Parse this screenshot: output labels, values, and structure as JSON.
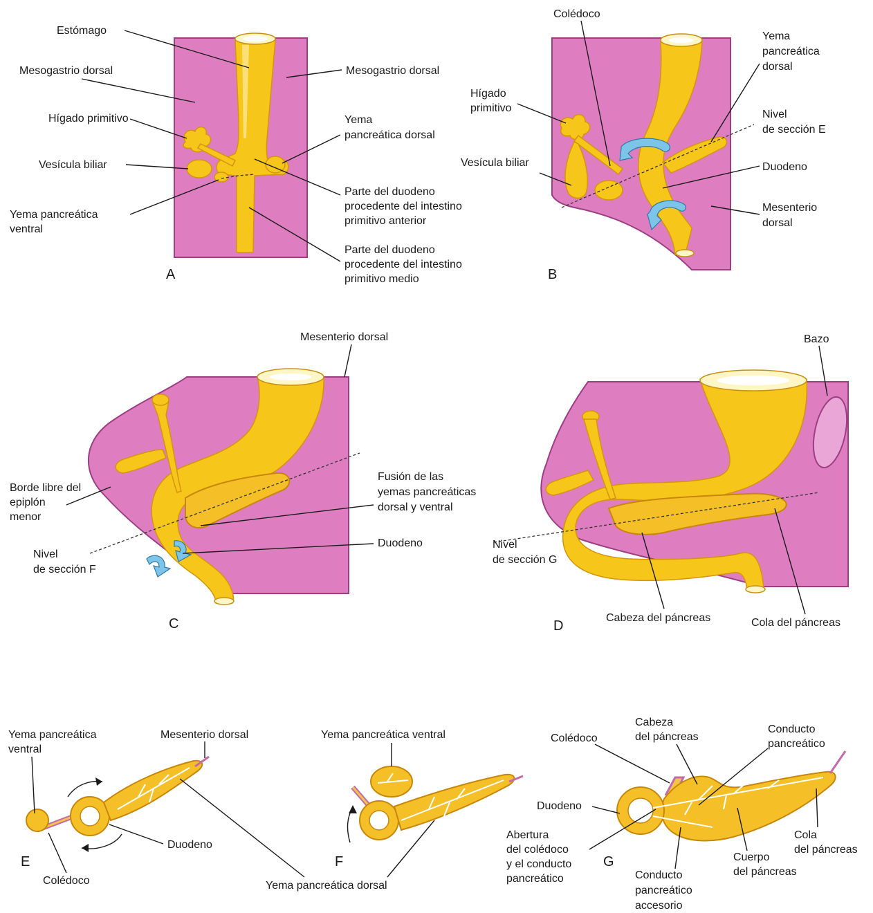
{
  "panels": {
    "A": {
      "letter": "A",
      "labels": {
        "estomago": "Estómago",
        "mesogastrio_left": "Mesogastrio dorsal",
        "mesogastrio_right": "Mesogastrio dorsal",
        "higado": "Hígado primitivo",
        "vesicula": "Vesícula biliar",
        "yema_ventral_1": "Yema pancreática",
        "yema_ventral_2": "ventral",
        "yema_dorsal_1": "Yema",
        "yema_dorsal_2": "pancreática dorsal",
        "duod_ant_1": "Parte del duodeno",
        "duod_ant_2": "procedente del intestino",
        "duod_ant_3": "primitivo anterior",
        "duod_med_1": "Parte del duodeno",
        "duod_med_2": "procedente del intestino",
        "duod_med_3": "primitivo medio"
      }
    },
    "B": {
      "letter": "B",
      "labels": {
        "coledoco": "Colédoco",
        "yema_dorsal_1": "Yema",
        "yema_dorsal_2": "pancreática",
        "yema_dorsal_3": "dorsal",
        "higado_1": "Hígado",
        "higado_2": "primitivo",
        "nivel_1": "Nivel",
        "nivel_2": "de sección E",
        "vesicula": "Vesícula biliar",
        "duodeno": "Duodeno",
        "mesenterio_1": "Mesenterio",
        "mesenterio_2": "dorsal"
      }
    },
    "C": {
      "letter": "C",
      "labels": {
        "mesenterio": "Mesenterio dorsal",
        "borde_1": "Borde libre del",
        "borde_2": "epiplón",
        "borde_3": "menor",
        "fusion_1": "Fusión de las",
        "fusion_2": "yemas pancreáticas",
        "fusion_3": "dorsal y ventral",
        "nivel_1": "Nivel",
        "nivel_2": "de sección F",
        "duodeno": "Duodeno"
      }
    },
    "D": {
      "letter": "D",
      "labels": {
        "bazo": "Bazo",
        "nivel_1": "Nivel",
        "nivel_2": "de sección G",
        "cabeza": "Cabeza del páncreas",
        "cola": "Cola del páncreas"
      }
    },
    "E": {
      "letter": "E",
      "labels": {
        "yema_ventral_1": "Yema pancreática",
        "yema_ventral_2": "ventral",
        "mesenterio": "Mesenterio dorsal",
        "duodeno": "Duodeno",
        "coledoco": "Colédoco"
      }
    },
    "F": {
      "letter": "F",
      "labels": {
        "yema_ventral": "Yema pancreática ventral",
        "yema_dorsal": "Yema pancreática dorsal"
      }
    },
    "G": {
      "letter": "G",
      "labels": {
        "coledoco": "Colédoco",
        "cabeza_1": "Cabeza",
        "cabeza_2": "del páncreas",
        "conducto_1": "Conducto",
        "conducto_2": "pancreático",
        "duodeno": "Duodeno",
        "abertura_1": "Abertura",
        "abertura_2": "del colédoco",
        "abertura_3": "y el conducto",
        "abertura_4": "pancreático",
        "cola_1": "Cola",
        "cola_2": "del páncreas",
        "cuerpo_1": "Cuerpo",
        "cuerpo_2": "del páncreas",
        "accesorio_1": "Conducto",
        "accesorio_2": "pancreático",
        "accesorio_3": "accesorio"
      }
    }
  },
  "colors": {
    "mesentery": "#de7ec0",
    "organ": "#f7c61b",
    "arrow": "#7cc4e8"
  }
}
